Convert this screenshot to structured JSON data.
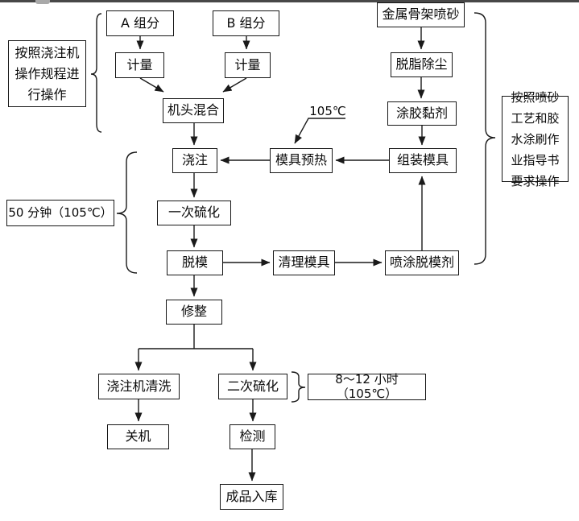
{
  "diagram": {
    "title_hint": "rubber casting process flowchart",
    "nodes": {
      "a_component": {
        "label": "A 组分"
      },
      "b_component": {
        "label": "B 组分"
      },
      "metering_a": {
        "label": "计量"
      },
      "metering_b": {
        "label": "计量"
      },
      "head_mix": {
        "label": "机头混合"
      },
      "pouring": {
        "label": "浇注"
      },
      "mold_preheat": {
        "label": "模具预热"
      },
      "skeleton_blast": {
        "label": "金属骨架喷砂"
      },
      "degrease_dedust": {
        "label": "脱脂除尘"
      },
      "apply_adhesive": {
        "label": "涂胶黏剂"
      },
      "assemble_mold": {
        "label": "组装模具"
      },
      "primary_cure": {
        "label": "一次硫化"
      },
      "demold": {
        "label": "脱模"
      },
      "clean_mold": {
        "label": "清理模具"
      },
      "spray_release": {
        "label": "喷涂脱模剂"
      },
      "trim": {
        "label": "修整"
      },
      "machine_clean": {
        "label": "浇注机清洗"
      },
      "secondary_cure": {
        "label": "二次硫化"
      },
      "shutdown": {
        "label": "关机"
      },
      "inspect": {
        "label": "检测"
      },
      "warehouse": {
        "label": "成品入库"
      }
    },
    "notes": {
      "left_note": {
        "label": "按照浇注机操作规程进行操作"
      },
      "right_note": {
        "label": "按照喷砂工艺和胶水涂刷作业指导书要求操作"
      },
      "cure1_time": {
        "label": "50 分钟（105℃）"
      },
      "cure2_time": {
        "label": "8～12 小时（105℃）"
      },
      "preheat_temp": {
        "label": "105℃"
      }
    },
    "edges": [
      "a_component->metering_a",
      "b_component->metering_b",
      "metering_a->head_mix",
      "metering_b->head_mix",
      "head_mix->pouring",
      "skeleton_blast->degrease_dedust",
      "degrease_dedust->apply_adhesive",
      "apply_adhesive->assemble_mold",
      "assemble_mold->mold_preheat",
      "mold_preheat->pouring",
      "pouring->primary_cure",
      "primary_cure->demold",
      "demold->clean_mold",
      "clean_mold->spray_release",
      "spray_release->assemble_mold",
      "demold->trim",
      "trim->machine_clean",
      "trim->secondary_cure",
      "machine_clean->shutdown",
      "secondary_cure->inspect",
      "inspect->warehouse"
    ],
    "colors": {
      "line": "#1a1a1a",
      "box_border": "#161616",
      "background": "#ffffff"
    }
  }
}
